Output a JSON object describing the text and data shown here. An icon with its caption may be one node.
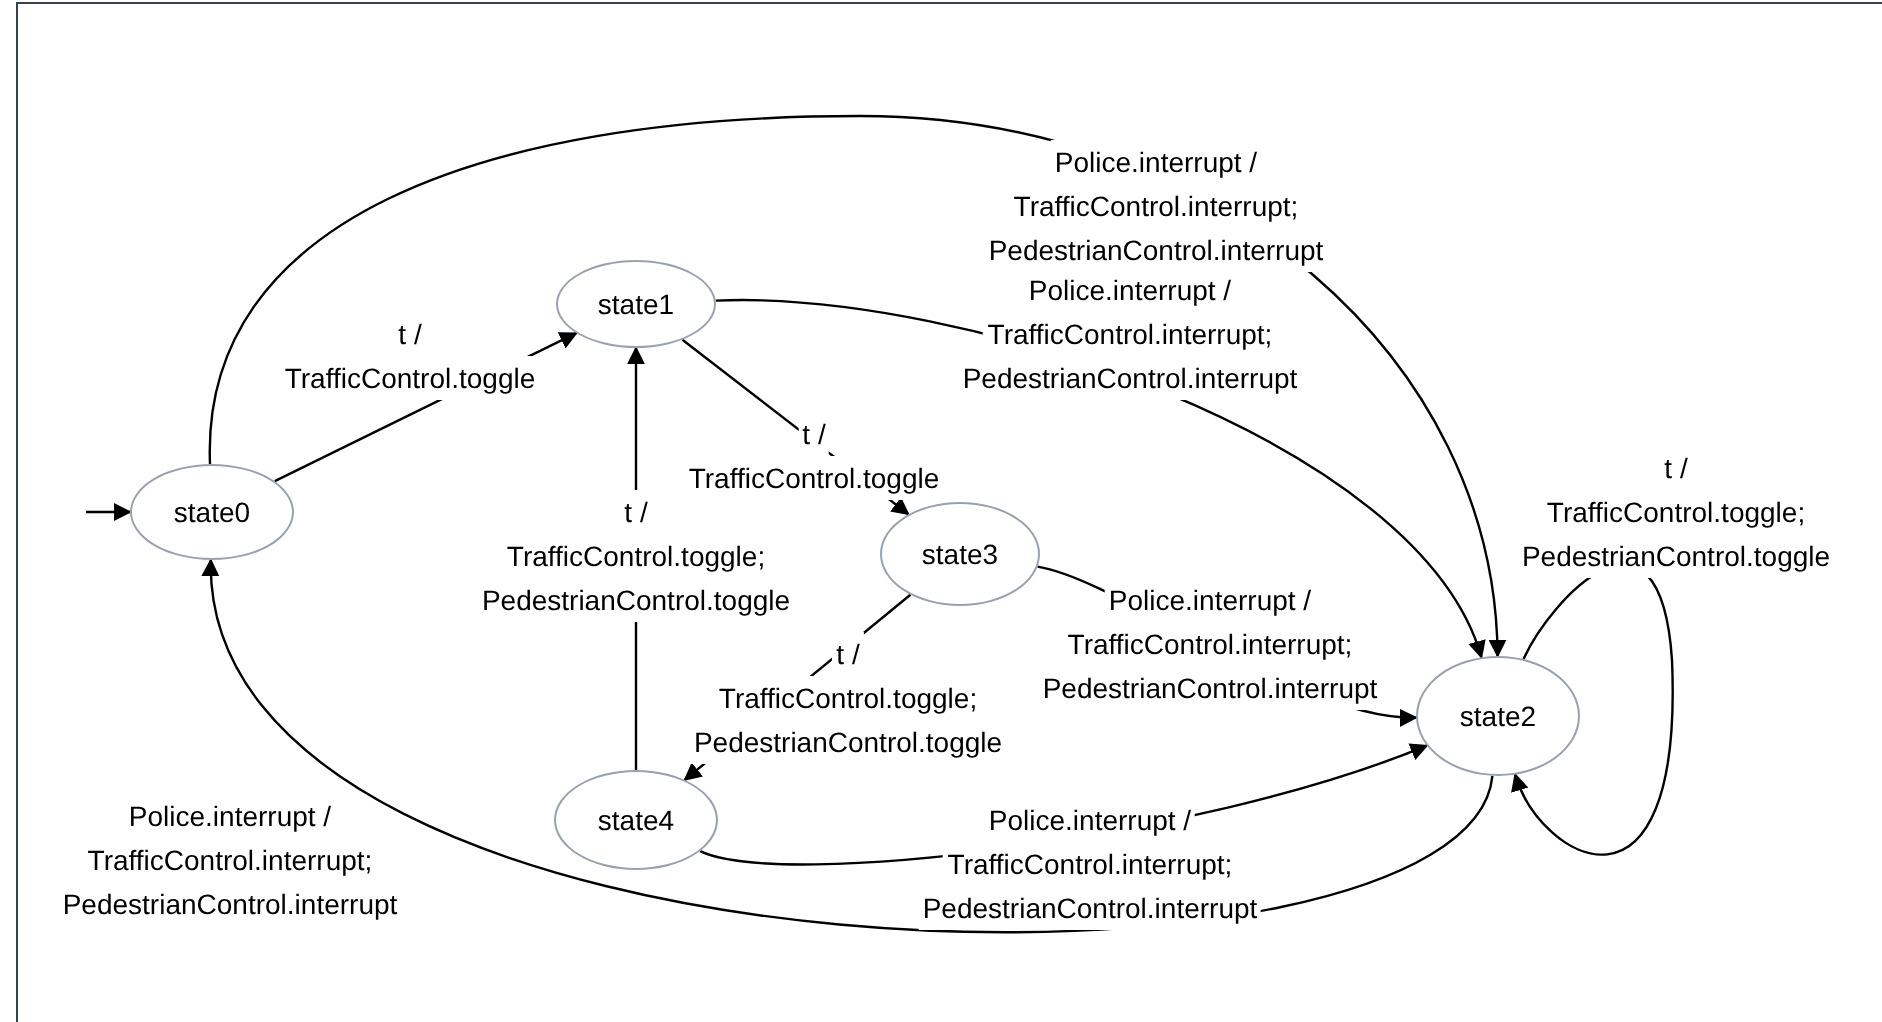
{
  "diagram": {
    "nodes": [
      {
        "text": [
          "state0"
        ]
      },
      {
        "text": [
          "state1"
        ]
      },
      {
        "text": [
          "state3"
        ]
      },
      {
        "text": [
          "state4"
        ]
      },
      {
        "text": [
          "state2"
        ]
      }
    ],
    "edges": [
      {
        "from": null,
        "to": 0,
        "arrow": "to"
      },
      {
        "from": 0,
        "to": 1,
        "arrow": "to",
        "label": "t / TrafficControl.toggle"
      },
      {
        "from": 0,
        "to": 4,
        "arrow": "to",
        "label": "Police.interrupt / TrafficControl.interrupt; PedestrianControl.interrupt"
      },
      {
        "from": 1,
        "to": 4,
        "arrow": "to",
        "label": "Police.interrupt / TrafficControl.interrupt; PedestrianControl.interrupt"
      },
      {
        "from": 1,
        "to": 2,
        "arrow": "to",
        "label": "t / TrafficControl.toggle"
      },
      {
        "from": 2,
        "to": 4,
        "arrow": "to",
        "label": "Police.interrupt / TrafficControl.interrupt; PedestrianControl.interrupt"
      },
      {
        "from": 2,
        "to": 3,
        "arrow": "to",
        "label": "t / TrafficControl.toggle; PedestrianControl.toggle"
      },
      {
        "from": 3,
        "to": 1,
        "arrow": "to",
        "label": "t / TrafficControl.toggle; PedestrianControl.toggle"
      },
      {
        "from": 3,
        "to": 4,
        "arrow": "to",
        "label": "Police.interrupt / TrafficControl.interrupt; PedestrianControl.interrupt"
      },
      {
        "from": 4,
        "to": 0,
        "arrow": "to",
        "label": "Police.interrupt / TrafficControl.interrupt; PedestrianControl.interrupt"
      },
      {
        "from": 4,
        "to": 4,
        "arrow": "to",
        "label": "t / TrafficControl.toggle; PedestrianControl.toggle"
      }
    ]
  }
}
